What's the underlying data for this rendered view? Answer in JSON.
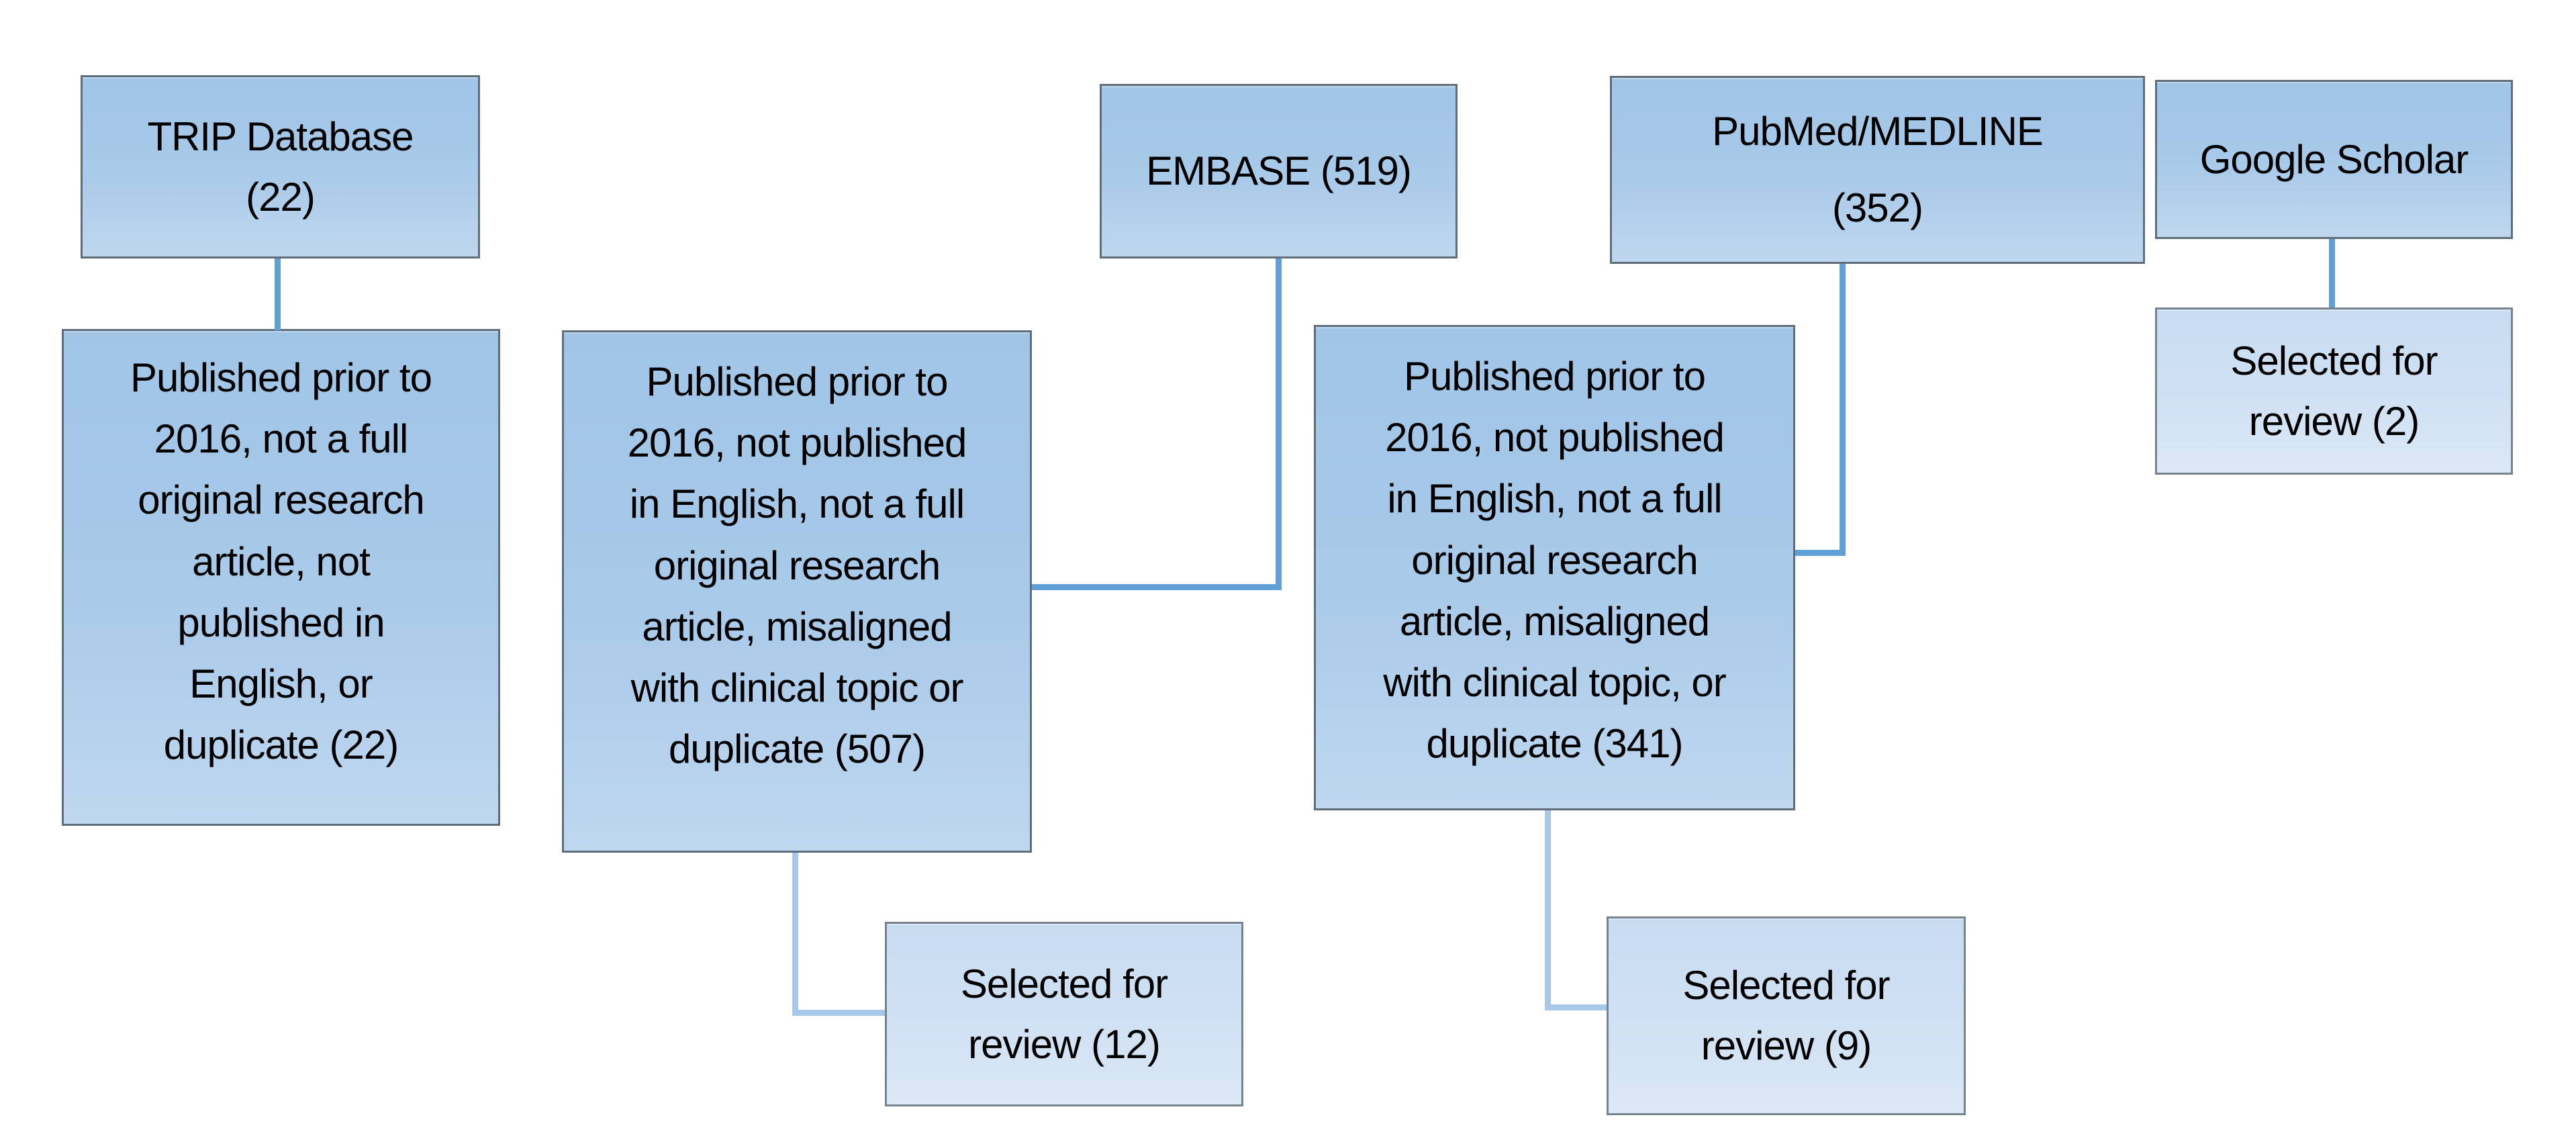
{
  "diagram": {
    "type": "flowchart",
    "topic": "Literature search and selection flow",
    "nodes": {
      "trip": {
        "label": "TRIP Database\n(22)"
      },
      "embase": {
        "label": "EMBASE (519)"
      },
      "pubmed": {
        "label": "PubMed/MEDLINE\n(352)"
      },
      "google": {
        "label": "Google Scholar"
      },
      "trip_exclusions": {
        "label": "Published prior to\n2016, not a full\noriginal research\narticle, not\npublished in\nEnglish, or\nduplicate (22)"
      },
      "embase_exclusions": {
        "label": "Published prior to\n2016, not published\nin English, not a full\noriginal research\narticle, misaligned\nwith clinical topic  or\nduplicate (507)"
      },
      "pubmed_exclusions": {
        "label": "Published prior to\n2016, not published\nin English, not a full\noriginal research\narticle, misaligned\nwith clinical topic, or\nduplicate (341)"
      },
      "embase_selected": {
        "label": "Selected for\nreview (12)"
      },
      "pubmed_selected": {
        "label": "Selected for\nreview (9)"
      },
      "google_selected": {
        "label": "Selected for\nreview (2)"
      }
    },
    "edges": [
      {
        "from": "trip",
        "to": "trip_exclusions",
        "shape": "straight"
      },
      {
        "from": "embase",
        "to": "embase_exclusions",
        "shape": "elbow"
      },
      {
        "from": "pubmed",
        "to": "pubmed_exclusions",
        "shape": "elbow"
      },
      {
        "from": "google",
        "to": "google_selected",
        "shape": "straight"
      },
      {
        "from": "embase_exclusions",
        "to": "embase_selected",
        "shape": "elbow"
      },
      {
        "from": "pubmed_exclusions",
        "to": "pubmed_selected",
        "shape": "elbow"
      }
    ],
    "colors": {
      "node_fill_top": "#a0c5e7",
      "node_fill_bottom": "#bfd7ef",
      "node_border": "#5f6d7a",
      "light_node_fill_top": "#c8dcf1",
      "light_node_fill_bottom": "#dbe8f7",
      "light_node_border": "#76828e",
      "connector_strong": "#5fa0d6",
      "connector_light": "#a7c8e9",
      "text_color": "#000000",
      "background": "#ffffff"
    }
  }
}
